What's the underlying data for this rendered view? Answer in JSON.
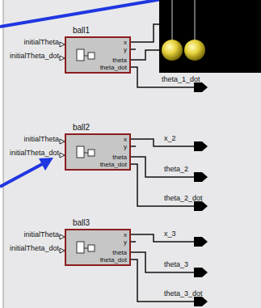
{
  "diagram": {
    "nodes": [
      {
        "text": [
          "ball1",
          "x",
          "y",
          "theta",
          "theta_dot"
        ]
      },
      {
        "text": [
          "ball2",
          "x",
          "y",
          "theta",
          "theta_dot"
        ]
      },
      {
        "text": [
          "ball3",
          "x",
          "y",
          "theta",
          "theta_dot"
        ]
      }
    ],
    "labels": [
      "initialTheta",
      "initialTheta_dot",
      "theta_1_dot",
      "initialTheta",
      "initialTheta_dot",
      "x_2",
      "theta_2",
      "theta_2_dot",
      "initialTheta",
      "initialTheta_dot",
      "x_3",
      "theta_3",
      "theta_3_dot"
    ]
  }
}
